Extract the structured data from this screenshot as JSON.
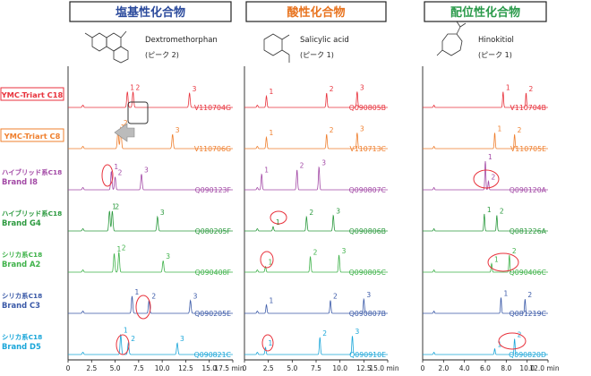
{
  "headers": [
    {
      "title": "塩基性化合物",
      "color": "#2b4a9c"
    },
    {
      "title": "酸性化合物",
      "color": "#e8731e"
    },
    {
      "title": "配位性化合物",
      "color": "#2a9a4a"
    }
  ],
  "compounds": [
    {
      "name": "Dextromethorphan",
      "peak_note": "(ピーク 2)"
    },
    {
      "name": "Salicylic acid",
      "peak_note": "(ピーク 1)"
    },
    {
      "name": "Hinokitiol",
      "peak_note": "(ピーク 1)"
    }
  ],
  "rows": [
    {
      "label_lines": [
        "YMC-Triart C18"
      ],
      "color": "#e8323c",
      "boxed": true
    },
    {
      "label_lines": [
        "YMC-Triart C8"
      ],
      "color": "#ef7f2e",
      "boxed": true
    },
    {
      "label_lines": [
        "ハイブリッド系C18",
        "Brand I8"
      ],
      "color": "#a34aa6",
      "boxed": false
    },
    {
      "label_lines": [
        "ハイブリッド系C18",
        "Brand G4"
      ],
      "color": "#2c9a3f",
      "boxed": false
    },
    {
      "label_lines": [
        "シリカ系C18",
        "Brand A2"
      ],
      "color": "#3fb24a",
      "boxed": false
    },
    {
      "label_lines": [
        "シリカ系C18",
        "Brand C3"
      ],
      "color": "#3b5aa8",
      "boxed": false
    },
    {
      "label_lines": [
        "シリカ系C18",
        "Brand D5"
      ],
      "color": "#1aa6d9",
      "boxed": false
    }
  ],
  "chart_data": [
    {
      "type": "line",
      "title": "塩基性化合物",
      "compound": "Dextromethorphan",
      "xlim": [
        0,
        17.5
      ],
      "xticks": [
        "0",
        "2.5",
        "5.0",
        "7.5",
        "10.0",
        "12.5",
        "15.0",
        "17.5 min"
      ],
      "series": [
        {
          "code": "V110704G",
          "peaks": [
            {
              "label": "1",
              "x": 6.3,
              "h": 0.55
            },
            {
              "label": "2",
              "x": 6.9,
              "h": 0.55
            },
            {
              "label": "3",
              "x": 12.9,
              "h": 0.5
            }
          ]
        },
        {
          "code": "V110706G",
          "peaks": [
            {
              "label": "1",
              "x": 5.3,
              "h": 0.6
            },
            {
              "label": "2",
              "x": 5.6,
              "h": 0.75
            },
            {
              "label": "3",
              "x": 11.1,
              "h": 0.5
            }
          ]
        },
        {
          "code": "Q090123F",
          "peaks": [
            {
              "label": "1",
              "x": 4.6,
              "h": 0.65
            },
            {
              "label": "2",
              "x": 5.0,
              "h": 0.45
            },
            {
              "label": "3",
              "x": 7.8,
              "h": 0.55
            }
          ]
        },
        {
          "code": "Q080205F",
          "peaks": [
            {
              "label": "1",
              "x": 4.4,
              "h": 0.7
            },
            {
              "label": "2",
              "x": 4.7,
              "h": 0.7
            },
            {
              "label": "3",
              "x": 9.5,
              "h": 0.5
            }
          ]
        },
        {
          "code": "Q090408F",
          "peaks": [
            {
              "label": "1",
              "x": 4.9,
              "h": 0.65
            },
            {
              "label": "2",
              "x": 5.4,
              "h": 0.7
            },
            {
              "label": "3",
              "x": 10.1,
              "h": 0.4
            }
          ]
        },
        {
          "code": "Q090205E",
          "peaks": [
            {
              "label": "1",
              "x": 6.8,
              "h": 0.6
            },
            {
              "label": "2",
              "x": 8.6,
              "h": 0.45
            },
            {
              "label": "3",
              "x": 13.0,
              "h": 0.45
            }
          ]
        },
        {
          "code": "Q090821C",
          "peaks": [
            {
              "label": "1",
              "x": 5.6,
              "h": 0.7
            },
            {
              "label": "2",
              "x": 6.4,
              "h": 0.4
            },
            {
              "label": "3",
              "x": 11.6,
              "h": 0.4
            }
          ]
        }
      ]
    },
    {
      "type": "line",
      "title": "酸性化合物",
      "compound": "Salicylic acid",
      "xlim": [
        0,
        15.0
      ],
      "xticks": [
        "0",
        "2.5",
        "5.0",
        "7.5",
        "10.0",
        "12.5",
        "15.0 min"
      ],
      "series": [
        {
          "code": "Q090805B",
          "peaks": [
            {
              "label": "1",
              "x": 2.3,
              "h": 0.4
            },
            {
              "label": "2",
              "x": 8.6,
              "h": 0.5
            },
            {
              "label": "3",
              "x": 11.8,
              "h": 0.55
            }
          ]
        },
        {
          "code": "V110713C",
          "peaks": [
            {
              "label": "1",
              "x": 2.3,
              "h": 0.4
            },
            {
              "label": "2",
              "x": 8.6,
              "h": 0.5
            },
            {
              "label": "3",
              "x": 11.8,
              "h": 0.55
            }
          ]
        },
        {
          "code": "Q090807C",
          "peaks": [
            {
              "label": "1",
              "x": 1.8,
              "h": 0.55
            },
            {
              "label": "2",
              "x": 5.5,
              "h": 0.7
            },
            {
              "label": "3",
              "x": 7.8,
              "h": 0.8
            }
          ]
        },
        {
          "code": "Q090806B",
          "peaks": [
            {
              "label": "1",
              "x": 3.0,
              "h": 0.15
            },
            {
              "label": "2",
              "x": 6.5,
              "h": 0.5
            },
            {
              "label": "3",
              "x": 9.3,
              "h": 0.55
            }
          ]
        },
        {
          "code": "Q090805C",
          "peaks": [
            {
              "label": "1",
              "x": 2.2,
              "h": 0.2
            },
            {
              "label": "2",
              "x": 6.9,
              "h": 0.55
            },
            {
              "label": "3",
              "x": 9.9,
              "h": 0.6
            }
          ]
        },
        {
          "code": "Q090807B",
          "peaks": [
            {
              "label": "1",
              "x": 2.3,
              "h": 0.3
            },
            {
              "label": "2",
              "x": 9.0,
              "h": 0.45
            },
            {
              "label": "3",
              "x": 12.5,
              "h": 0.5
            }
          ]
        },
        {
          "code": "Q090910E",
          "peaks": [
            {
              "label": "1",
              "x": 2.2,
              "h": 0.25
            },
            {
              "label": "2",
              "x": 7.9,
              "h": 0.6
            },
            {
              "label": "3",
              "x": 11.3,
              "h": 0.65
            }
          ]
        }
      ]
    },
    {
      "type": "line",
      "title": "配位性化合物",
      "compound": "Hinokitiol",
      "xlim": [
        0,
        12.0
      ],
      "xticks": [
        "0",
        "2.0",
        "4.0",
        "6.0",
        "8.0",
        "10.0",
        "12.0 min"
      ],
      "series": [
        {
          "code": "V110704B",
          "peaks": [
            {
              "label": "1",
              "x": 7.7,
              "h": 0.55
            },
            {
              "label": "2",
              "x": 9.9,
              "h": 0.5
            }
          ]
        },
        {
          "code": "V110705E",
          "peaks": [
            {
              "label": "1",
              "x": 6.9,
              "h": 0.55
            },
            {
              "label": "2",
              "x": 8.8,
              "h": 0.5
            }
          ]
        },
        {
          "code": "Q090120A",
          "peaks": [
            {
              "label": "1",
              "x": 6.0,
              "h": 1.0
            },
            {
              "label": "2",
              "x": 6.3,
              "h": 0.3
            }
          ]
        },
        {
          "code": "Q081226A",
          "peaks": [
            {
              "label": "1",
              "x": 5.9,
              "h": 0.6
            },
            {
              "label": "2",
              "x": 7.1,
              "h": 0.55
            }
          ]
        },
        {
          "code": "Q090406C",
          "peaks": [
            {
              "label": "1",
              "x": 6.6,
              "h": 0.3
            },
            {
              "label": "2",
              "x": 8.3,
              "h": 0.6
            }
          ]
        },
        {
          "code": "Q081219C",
          "peaks": [
            {
              "label": "1",
              "x": 7.5,
              "h": 0.55
            },
            {
              "label": "2",
              "x": 9.8,
              "h": 0.5
            }
          ]
        },
        {
          "code": "Q090820D",
          "peaks": [
            {
              "label": "1",
              "x": 6.9,
              "h": 0.2
            },
            {
              "label": "2",
              "x": 8.8,
              "h": 0.55
            }
          ]
        }
      ]
    }
  ]
}
